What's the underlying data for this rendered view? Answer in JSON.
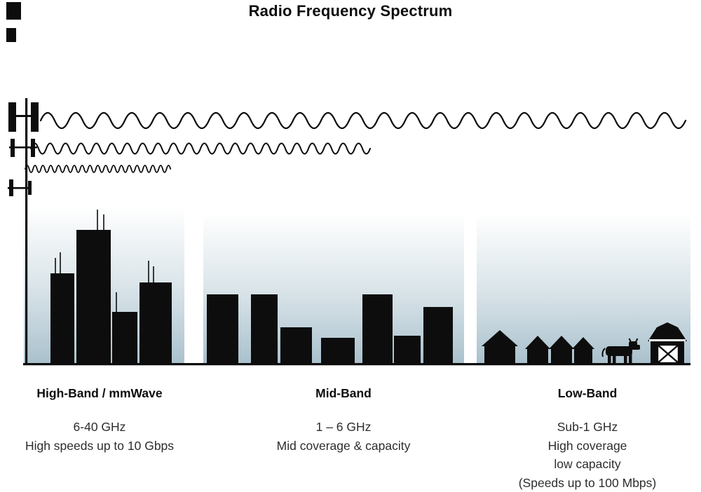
{
  "title": "Radio Frequency Spectrum",
  "bands": [
    {
      "name": "High-Band / mmWave",
      "lines": [
        "6-40 GHz",
        "High speeds up to 10 Gbps"
      ]
    },
    {
      "name": "Mid-Band",
      "lines": [
        "1 – 6 GHz",
        "Mid coverage & capacity"
      ]
    },
    {
      "name": "Low-Band",
      "lines": [
        "Sub-1 GHz",
        "High coverage",
        "low capacity",
        "(Speeds up to 100 Mbps)"
      ]
    }
  ],
  "icons": {
    "cell-tower": "black antenna mast with panel arrays",
    "radio-waves": "three sine waves: long reach low-frequency, medium reach mid-frequency, short reach high-frequency",
    "skyline-high": "tall skyscrapers with rooftop antennas",
    "skyline-mid": "medium city buildings",
    "scene-low": "small houses, cow and barn"
  },
  "colors": {
    "ink": "#0d0d0d",
    "text": "#2d2d2d",
    "gradient_bottom": "#a9c0cc"
  }
}
